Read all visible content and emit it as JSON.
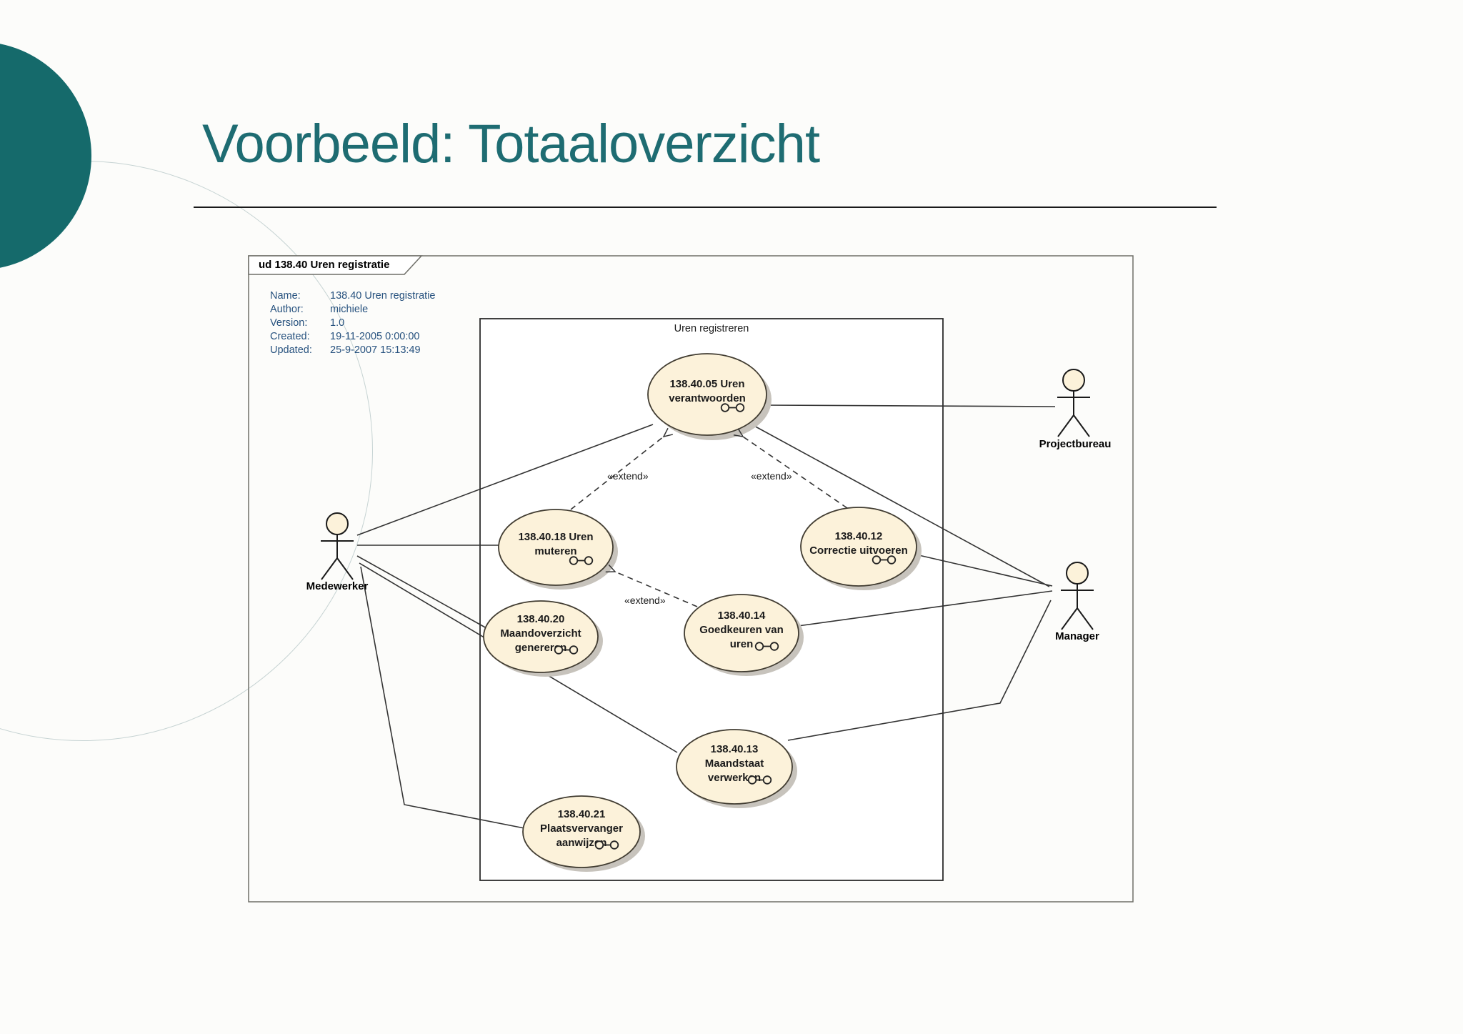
{
  "slide": {
    "title": "Voorbeeld: Totaaloverzicht"
  },
  "frame": {
    "tab_label": "ud 138.40 Uren registratie",
    "boundary_title": "Uren registreren",
    "metadata": {
      "rows": [
        {
          "label": "Name:",
          "value": "138.40 Uren registratie"
        },
        {
          "label": "Author:",
          "value": "michiele"
        },
        {
          "label": "Version:",
          "value": "1.0"
        },
        {
          "label": "Created:",
          "value": "19-11-2005 0:00:00"
        },
        {
          "label": "Updated:",
          "value": "25-9-2007 15:13:49"
        }
      ]
    }
  },
  "use_cases": [
    {
      "label": "138.40.05 Uren\nverantwoorden"
    },
    {
      "label": "138.40.18 Uren\nmuteren"
    },
    {
      "label": "138.40.20\nMaandoverzicht\ngenereren"
    },
    {
      "label": "138.40.12\nCorrectie uitvoeren"
    },
    {
      "label": "138.40.14\nGoedkeuren van\nuren"
    },
    {
      "label": "138.40.13\nMaandstaat\nverwerken"
    },
    {
      "label": "138.40.21\nPlaatsvervanger\naanwijzen"
    }
  ],
  "actors": [
    {
      "label": "Medewerker"
    },
    {
      "label": "Projectbureau"
    },
    {
      "label": "Manager"
    }
  ],
  "extends": [
    "«extend»",
    "«extend»",
    "«extend»"
  ],
  "colors": {
    "accent_teal": "#156a6b",
    "title_teal": "#1e6c72",
    "metadata_blue": "#26517e",
    "usecase_fill": "#fcf2da",
    "shadow": "#c7c3bc"
  }
}
